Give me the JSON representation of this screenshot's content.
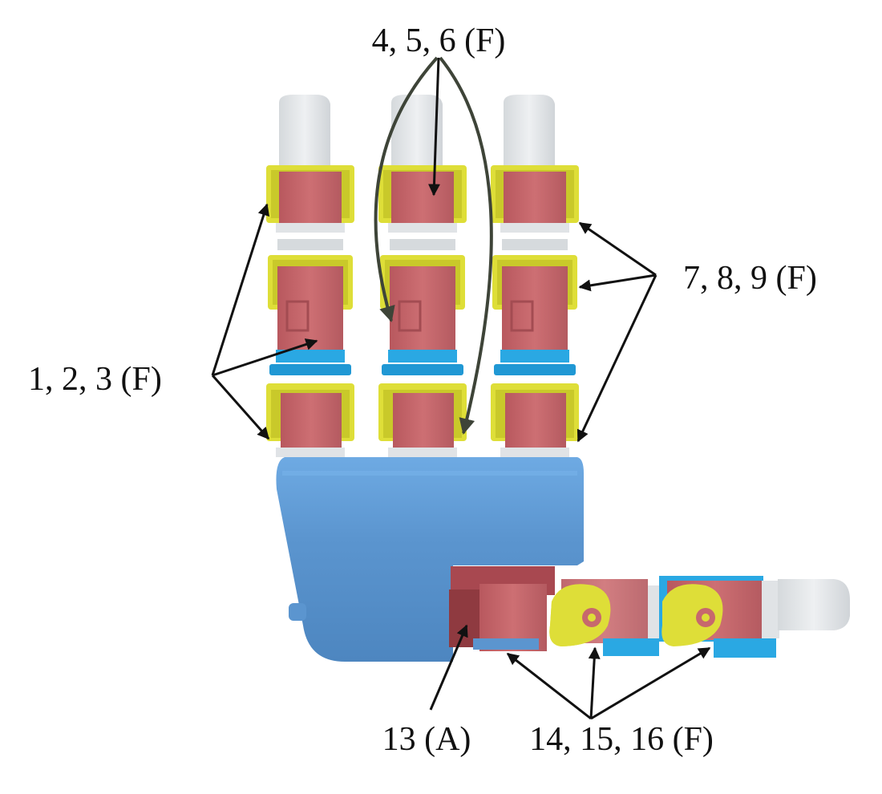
{
  "labels": {
    "index": "1, 2, 3 (F)",
    "middle": "4, 5, 6 (F)",
    "ring": "7, 8, 9 (F)",
    "thumb_base": "13 (A)",
    "thumb_joints": "14, 15, 16 (F)"
  },
  "colors": {
    "palm": "#5b95cf",
    "servo": "#c7686d",
    "bracket": "#dede38",
    "link": "#e0e3e6",
    "spacer": "#2aa8e3",
    "arrow": "#111111",
    "curved_arrow": "#3e4438"
  }
}
